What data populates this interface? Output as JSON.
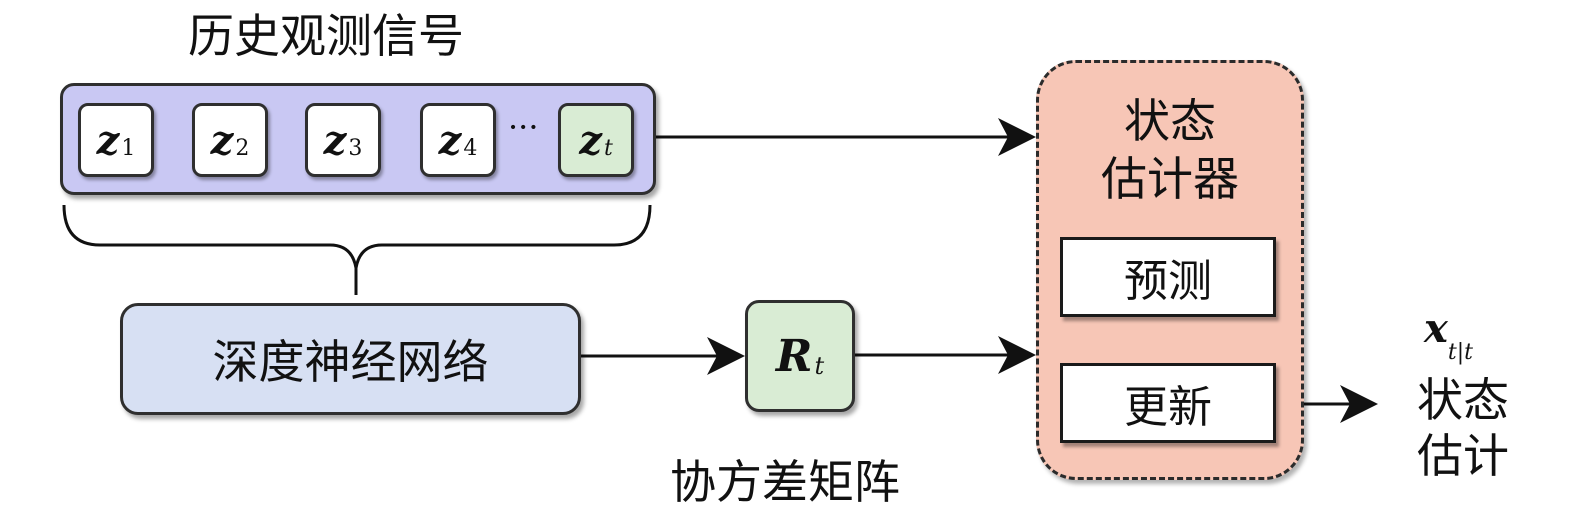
{
  "observations": {
    "label": "历史观测信号",
    "items": [
      {
        "symbol": "z",
        "sub": "1"
      },
      {
        "symbol": "z",
        "sub": "2"
      },
      {
        "symbol": "z",
        "sub": "3"
      },
      {
        "symbol": "z",
        "sub": "4"
      },
      {
        "symbol": "z",
        "sub": "t"
      }
    ],
    "ellipsis": "···"
  },
  "network": {
    "label": "深度神经网络"
  },
  "covariance": {
    "symbol": "R",
    "sub": "t",
    "label": "协方差矩阵"
  },
  "estimator": {
    "title_line1": "状态",
    "title_line2": "估计器",
    "predict": "预测",
    "update": "更新"
  },
  "output": {
    "symbol": "x",
    "sub": "t|t",
    "label_line1": "状态",
    "label_line2": "估计"
  },
  "colors": {
    "obs_panel": "#c9c8f3",
    "current_obs": "#d9ecd4",
    "network": "#d7e0f3",
    "estimator": "#f7c6b6"
  }
}
